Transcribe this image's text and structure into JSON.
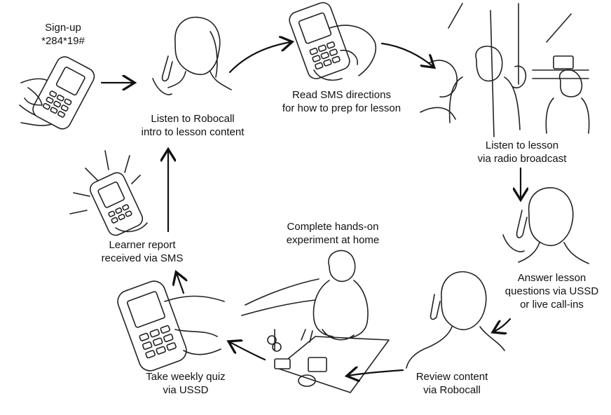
{
  "steps": {
    "signup": {
      "title": "Sign-up",
      "code": "*284*19#"
    },
    "robocall_intro": {
      "line1": "Listen to Robocall",
      "line2": "intro to lesson content"
    },
    "sms_directions": {
      "line1": "Read SMS directions",
      "line2": "for how to prep for lesson"
    },
    "radio": {
      "line1": "Listen to lesson",
      "line2": "via radio broadcast"
    },
    "answer": {
      "line1": "Answer lesson",
      "line2": "questions via USSD",
      "line3": "or live call-ins"
    },
    "review": {
      "line1": "Review content",
      "line2": "via Robocall"
    },
    "experiment": {
      "line1": "Complete hands-on",
      "line2": "experiment at home"
    },
    "quiz": {
      "line1": "Take weekly quiz",
      "line2": "via USSD"
    },
    "report": {
      "line1": "Learner report",
      "line2": "received via SMS"
    }
  },
  "icons": [
    "phone-hand-icon",
    "person-on-phone-icon",
    "radio-listeners-icon",
    "ringing-phone-icon",
    "experiment-person-icon"
  ]
}
